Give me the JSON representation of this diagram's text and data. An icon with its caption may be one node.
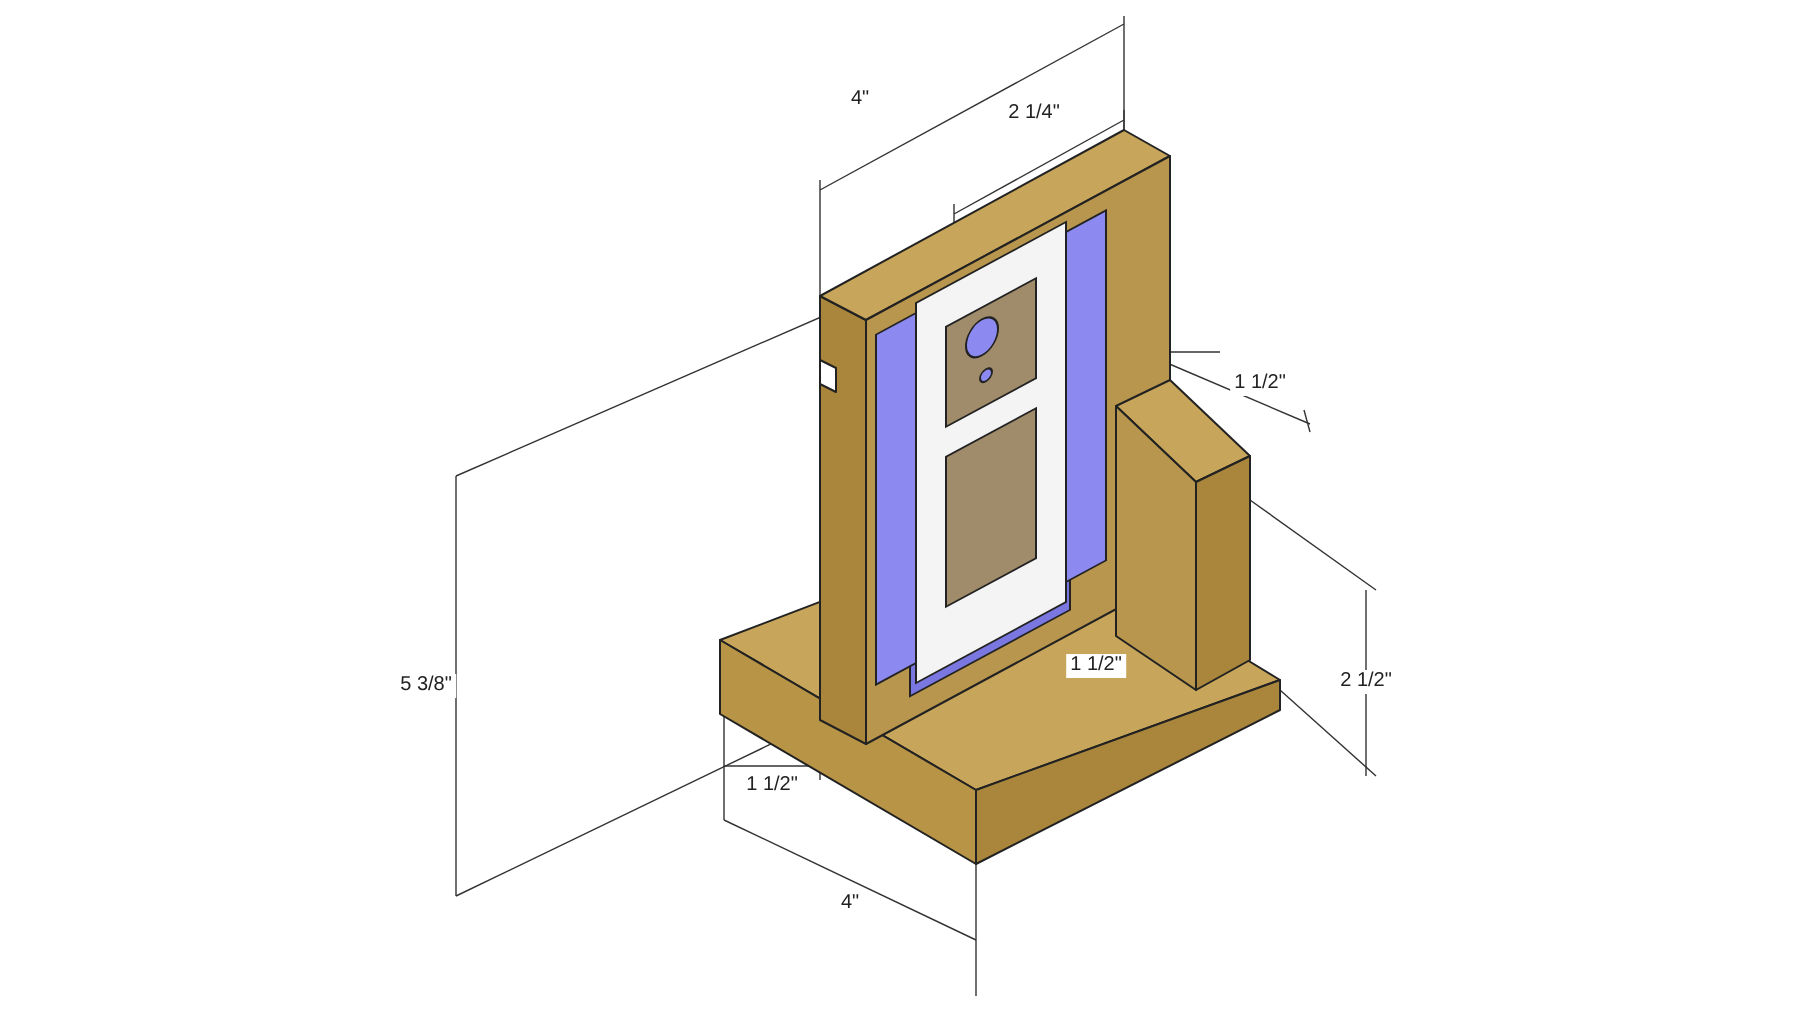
{
  "diagram": {
    "labels": [
      "4\"",
      "2 1/4\"",
      "1 1/2\"",
      "1 1/2\"",
      "2 1/2\"",
      "5 3/8\"",
      "1 1/2\"",
      "4\""
    ]
  }
}
